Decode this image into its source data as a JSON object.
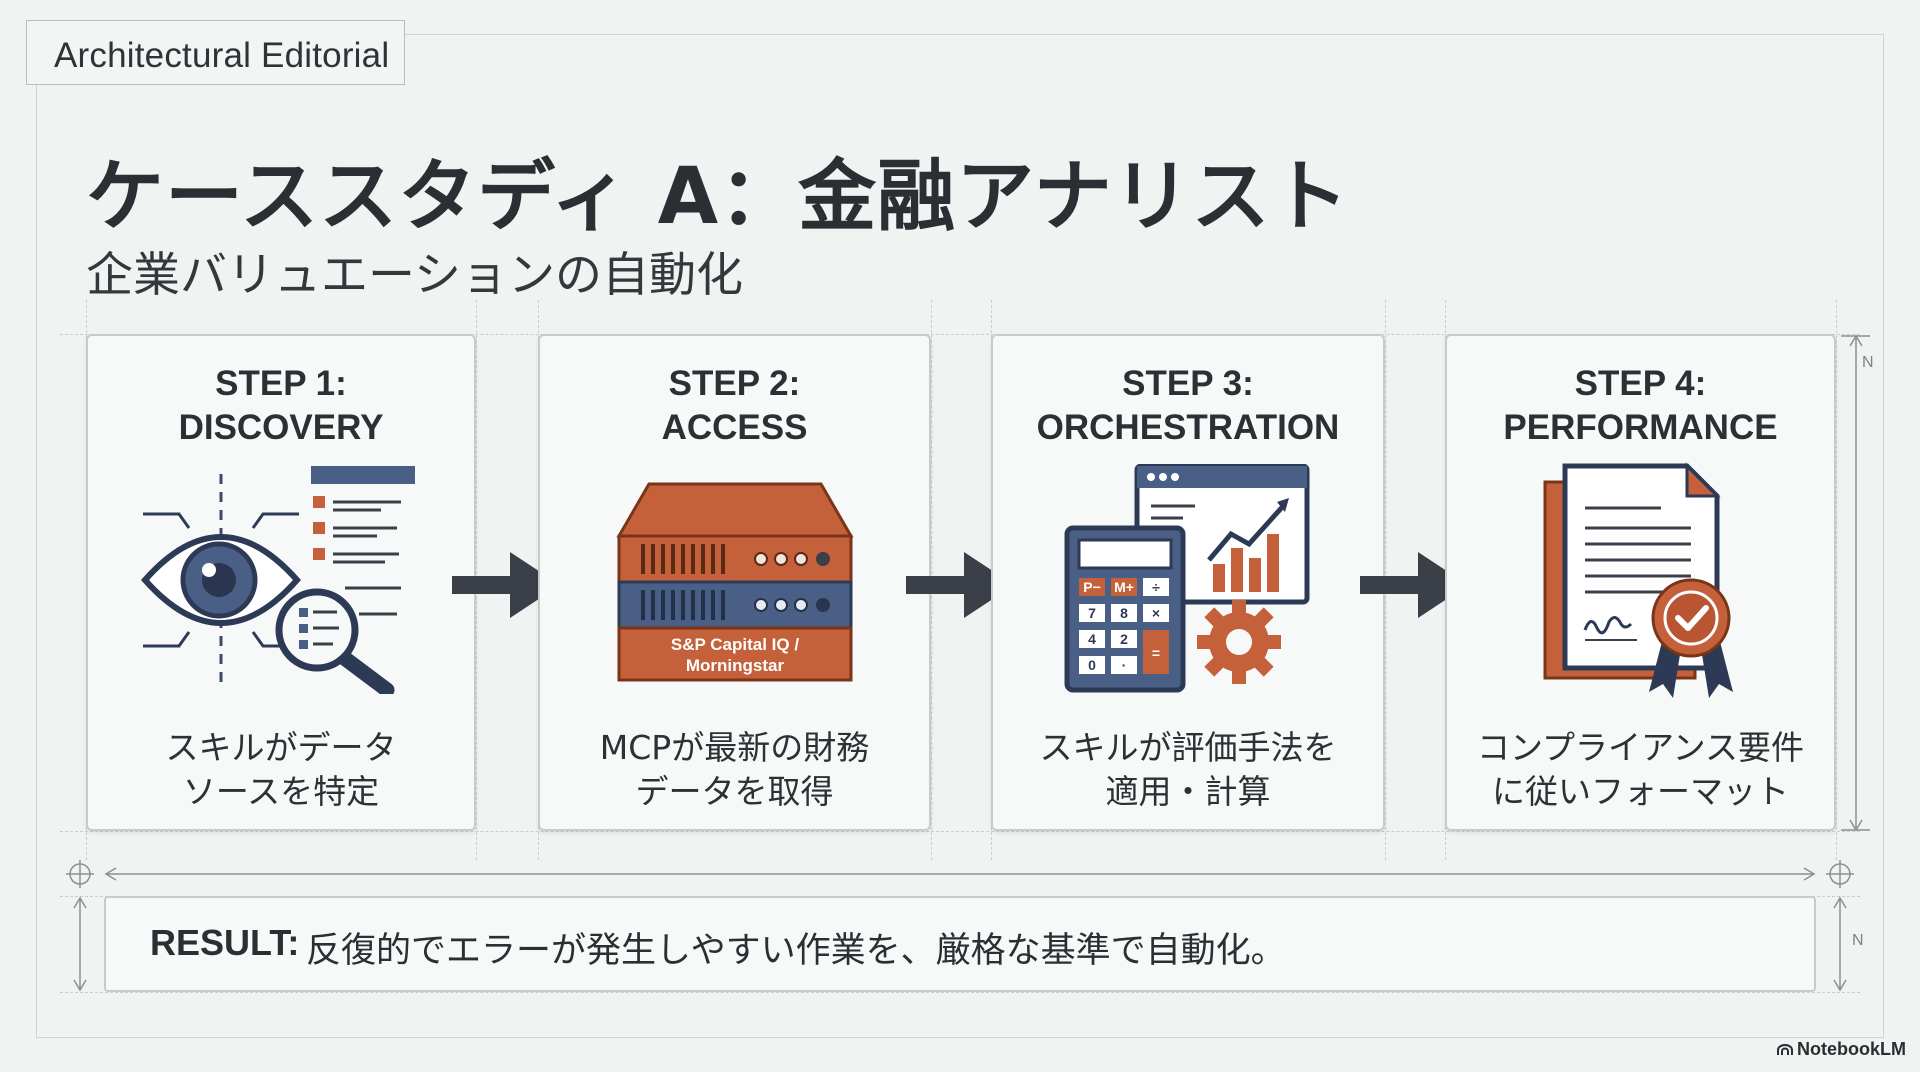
{
  "header": {
    "tag": "Architectural Editorial",
    "title": "ケーススタディ A：金融アナリスト",
    "subtitle": "企業バリュエーションの自動化"
  },
  "steps": [
    {
      "step": "STEP 1:",
      "name": "DISCOVERY",
      "desc_line1": "スキルがデータ",
      "desc_line2": "ソースを特定",
      "icon": "eye-document-magnifier-icon"
    },
    {
      "step": "STEP 2:",
      "name": "ACCESS",
      "desc_line1": "MCPが最新の財務",
      "desc_line2": "データを取得",
      "icon": "server-stack-icon",
      "server_label_line1": "S&P Capital IQ /",
      "server_label_line2": "Morningstar"
    },
    {
      "step": "STEP 3:",
      "name": "ORCHESTRATION",
      "desc_line1": "スキルが評価手法を",
      "desc_line2": "適用・計算",
      "icon": "calculator-chart-gear-icon",
      "calc_keys": [
        "P−",
        "M+",
        "÷",
        "7",
        "8",
        "×",
        "4",
        "2",
        "=",
        "0",
        "·"
      ]
    },
    {
      "step": "STEP 4:",
      "name": "PERFORMANCE",
      "desc_line1": "コンプライアンス要件",
      "desc_line2": "に従いフォーマット",
      "icon": "certified-document-icon"
    }
  ],
  "result": {
    "label": "RESULT:",
    "text": "反復的でエラーが発生しやすい作業を、厳格な基準で自動化。"
  },
  "dimension_markers": {
    "top": "N",
    "bottom": "N"
  },
  "footer": {
    "brand": "NotebookLM"
  },
  "colors": {
    "accent_orange": "#c4603a",
    "accent_navy": "#3b4a6b",
    "steel_blue": "#4a5f85",
    "text_dark": "#2b2e33",
    "background": "#f1f3f2",
    "card_border": "#c7cbcc"
  }
}
